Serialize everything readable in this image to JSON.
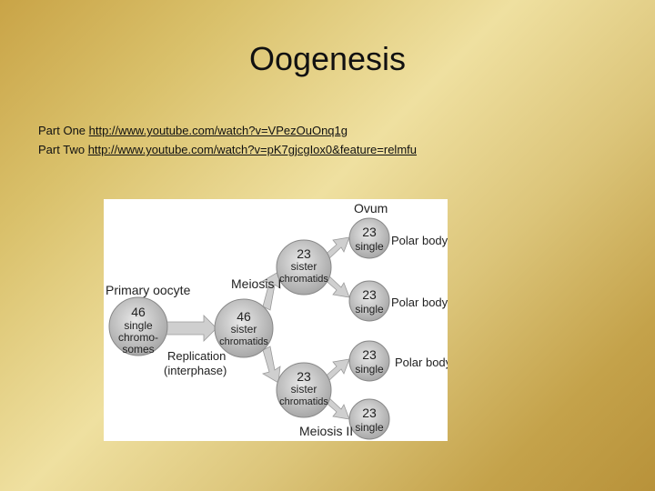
{
  "slide": {
    "title": "Oogenesis",
    "links": [
      {
        "prefix": "Part One ",
        "url": "http://www.youtube.com/watch?v=VPezOuOnq1g"
      },
      {
        "prefix": "Part Two ",
        "url": "http://www.youtube.com/watch?v=pK7gjcgIox0&feature=relmfu"
      }
    ]
  },
  "diagram": {
    "ovum_label": "Ovum",
    "primary_label": "Primary oocyte",
    "meiosis1_label": "Meiosis I",
    "meiosis2_label": "Meiosis II",
    "replication_label_1": "Replication",
    "replication_label_2": "(interphase)",
    "cell_primary": {
      "n": "46",
      "l1": "single",
      "l2": "chromo-",
      "l3": "somes"
    },
    "cell_replicated": {
      "n": "46",
      "l1": "sister",
      "l2": "chromatids"
    },
    "cell_secondary_top": {
      "n": "23",
      "l1": "sister",
      "l2": "chromatids"
    },
    "cell_secondary_bottom": {
      "n": "23",
      "l1": "sister",
      "l2": "chromatids"
    },
    "final_cells": [
      {
        "n": "23",
        "l": "single",
        "side": "Polar body"
      },
      {
        "n": "23",
        "l": "single",
        "side": "Polar body"
      },
      {
        "n": "23",
        "l": "single",
        "side": "Polar body"
      },
      {
        "n": "23",
        "l": "single",
        "side": ""
      }
    ]
  }
}
